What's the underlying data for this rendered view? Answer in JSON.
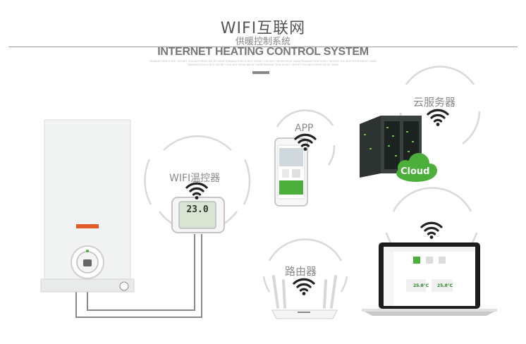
{
  "header": {
    "title_cn": "WIFI互联网",
    "subtitle_cn": "供暖控制系统",
    "title_en": "INTERNET HEATING CONTROL SYSTEM",
    "fine_print_1": "TRANSACTION IS NOT SECRET YOU BUY FROM HIS BY GAISETRANSACTION IS NOT SECRET YOU BUY FROM HIS BY GAISETRANSACTION IS NOT SECRET YOU BUY FROM HIS BY GAISE",
    "fine_print_2": "TRANSACTION IS NOT SECRET YOU BUY FROM HIS BY GAISETRANSACTION IS NOT SECRET YOU BUY FROM HIS BY GAISE"
  },
  "nodes": {
    "app": "APP",
    "server": "云服务器",
    "cloud": "Cloud",
    "thermostat": "WIFI温控器",
    "thermostat_display": "23.0",
    "router": "路由器",
    "laptop_temp_1": "25.8°C",
    "laptop_temp_2": "25.8°C"
  },
  "colors": {
    "accent_green": "#4caf3a",
    "arc_gray": "#d6d6d6",
    "text_gray": "#8a8a8a"
  },
  "icons": [
    "wifi-icon",
    "boiler",
    "thermostat",
    "smartphone",
    "server-rack",
    "cloud",
    "router",
    "laptop"
  ]
}
